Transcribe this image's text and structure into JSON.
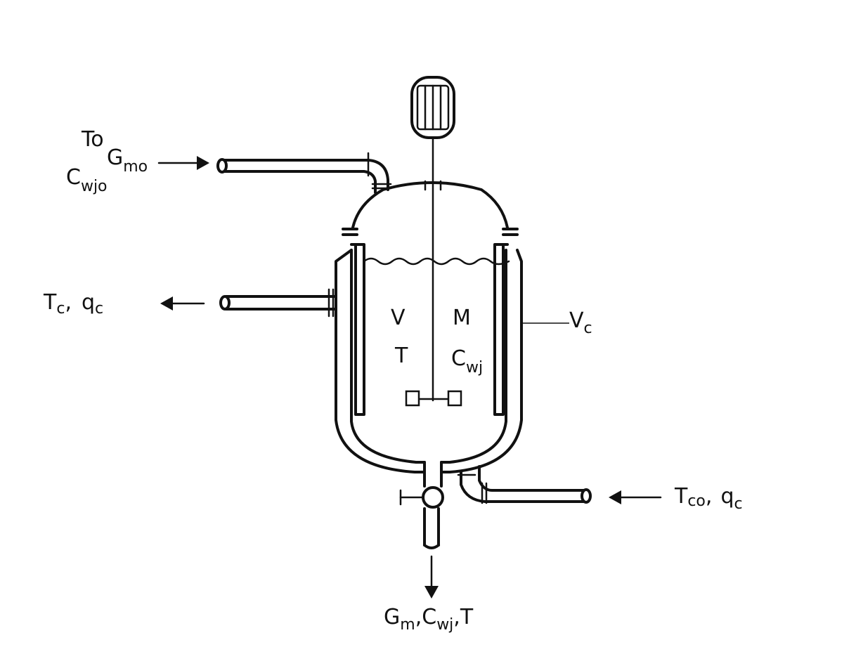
{
  "labels": {
    "feed_T": "To",
    "feed_G": "G",
    "feed_G_sub": "mo",
    "feed_C": "C",
    "feed_C_sub": "wjo",
    "coolant_out_T": "T",
    "coolant_out_T_sub": "c",
    "coolant_out_q": "q",
    "coolant_out_q_sub": "c",
    "coolant_in_T": "T",
    "coolant_in_T_sub": "co",
    "coolant_in_q": "q",
    "coolant_in_q_sub": "c",
    "jacket_V": "V",
    "jacket_V_sub": "c",
    "vessel_V": "V",
    "vessel_M": "M",
    "vessel_T": "T",
    "vessel_C": "C",
    "vessel_C_sub": "wj",
    "out_G": "G",
    "out_G_sub": "m",
    "out_C": "C",
    "out_C_sub": "wj",
    "out_T": "T",
    "comma": ","
  }
}
